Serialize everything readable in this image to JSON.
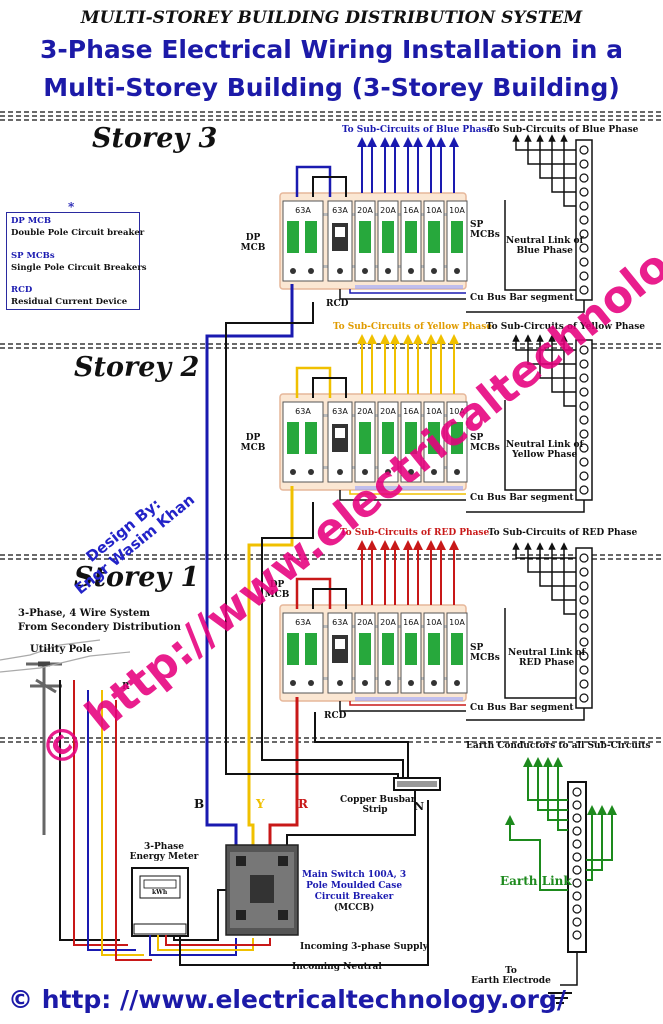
{
  "title": {
    "top": "MULTI-STOREY BUILDING DISTRIBUTION SYSTEM",
    "line1": "3-Phase Electrical Wiring Installation in a",
    "line2": "Multi-Storey  Building (3-Storey Building)"
  },
  "storeys": [
    {
      "label": "Storey 3",
      "phase": "blue",
      "color": "#1a1ab0",
      "sub_left": "To Sub-Circuits of Blue Phase",
      "sub_right": "To Sub-Circuits of Blue Phase",
      "neutral_link": [
        "Neutral Link of",
        "Blue Phase"
      ],
      "busbar": "Cu Bus Bar segment",
      "ratings": [
        "63A",
        "63A",
        "20A",
        "20A",
        "16A",
        "10A",
        "10A"
      ]
    },
    {
      "label": "Storey 2",
      "phase": "yellow",
      "color": "#f0c000",
      "sub_left": "To Sub-Circuits of Yellow Phase",
      "sub_right": "To Sub-Circuits of Yellow Phase",
      "neutral_link": [
        "Neutral Link of",
        "Yellow Phase"
      ],
      "busbar": "Cu Bus Bar segment",
      "ratings": [
        "63A",
        "63A",
        "20A",
        "20A",
        "16A",
        "10A",
        "10A"
      ]
    },
    {
      "label": "Storey 1",
      "phase": "red",
      "color": "#c81818",
      "sub_left": "To Sub-Circuits of RED Phase",
      "sub_right": "To Sub-Circuits of RED Phase",
      "neutral_link": [
        "Neutral Link of",
        "RED Phase"
      ],
      "busbar": "Cu Bus Bar segment",
      "ratings": [
        "63A",
        "63A",
        "20A",
        "20A",
        "16A",
        "10A",
        "10A"
      ]
    }
  ],
  "labels": {
    "dp_mcb": [
      "DP",
      "MCB"
    ],
    "sp_mcbs": [
      "SP",
      "MCBs"
    ],
    "rcd": "RCD"
  },
  "legend": {
    "marker": "*",
    "items": [
      {
        "term": "DP MCB",
        "desc": "Double Pole Circuit breaker"
      },
      {
        "term": "SP MCBs",
        "desc": "Single Pole Circuit Breakers"
      },
      {
        "term": "RCD",
        "desc": "Residual Current Device"
      }
    ]
  },
  "supply": {
    "system": "3-Phase, 4 Wire System",
    "from": "From Secondery Distribution",
    "pole": "Utility Pole",
    "pole_r": "R",
    "phase_b": "B",
    "phase_y": "Y",
    "phase_r": "R",
    "neutral_n": "N",
    "copper_busbar": [
      "Copper Busbar",
      "Strip"
    ],
    "energy_meter": [
      "3-Phase",
      "Energy Meter"
    ],
    "meter_unit": "kWh",
    "main_switch": [
      "Main Switch 100A, 3",
      "Pole Moulded Case",
      "Circuit Breaker",
      "(MCCB)"
    ],
    "incoming_supply": "Incoming 3-phase Supply",
    "incoming_neutral": "Incoming Neutral"
  },
  "earth": {
    "conductors": "Earth Conductors to all Sub-Circuits",
    "link": "Earth Link",
    "electrode": [
      "To",
      "Earth Electrode"
    ]
  },
  "credit": {
    "design_by": "Design By:",
    "name": "Engr Wasim Khan",
    "watermark": "© http://www.electricaltechnology.org/"
  },
  "footer": "© http: //www.electricaltechnology.org/",
  "colors": {
    "blue": "#1a1ab0",
    "yellow": "#f0c000",
    "red": "#c81818",
    "green": "#1d8a1d",
    "title": "#1c1aa8",
    "watermark": "#e6007e",
    "mcb_green": "#27a83c"
  }
}
